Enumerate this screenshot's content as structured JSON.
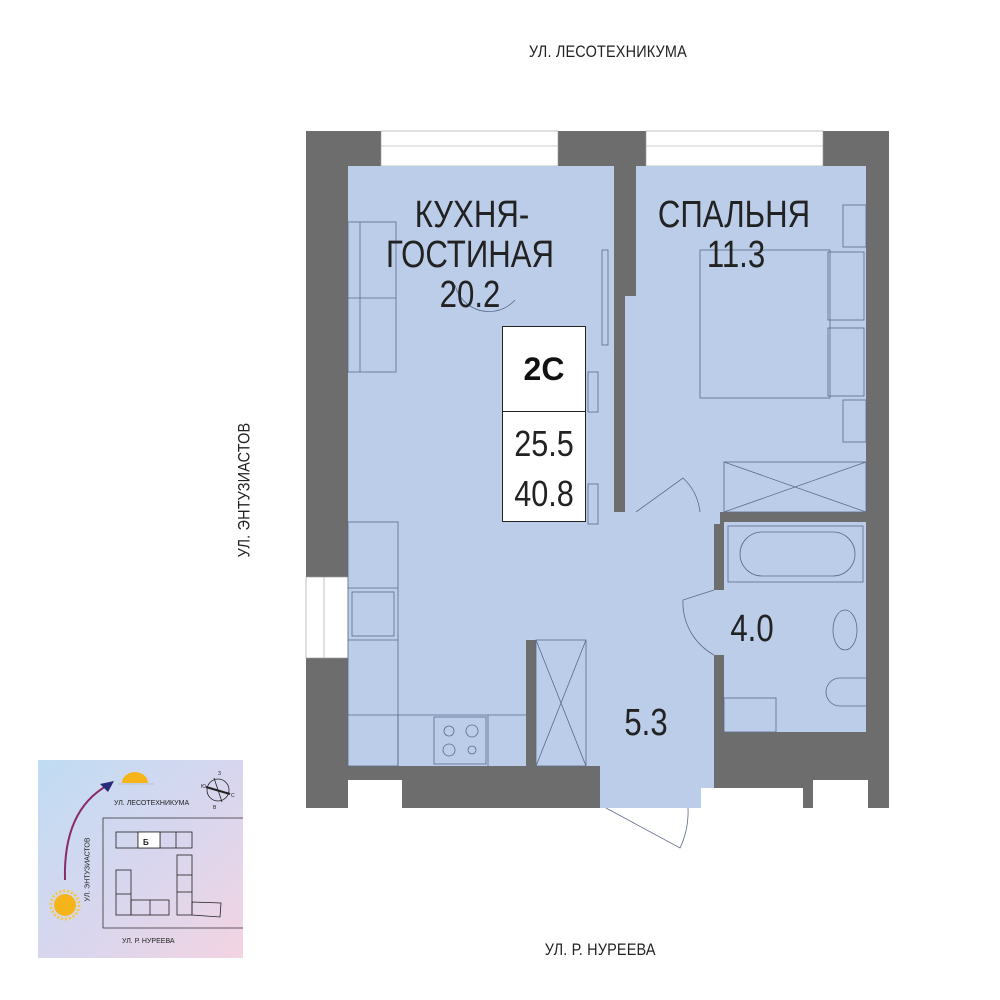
{
  "streets": {
    "top": "УЛ. ЛЕСОТЕХНИКУМА",
    "left": "УЛ. ЭНТУЗИАСТОВ",
    "bottom": "УЛ. Р. НУРЕЕВА"
  },
  "rooms": [
    {
      "name_line1": "КУХНЯ-",
      "name_line2": "ГОСТИНАЯ",
      "area": "20.2"
    },
    {
      "name": "СПАЛЬНЯ",
      "area": "11.3"
    },
    {
      "area": "4.0"
    },
    {
      "area": "5.3"
    }
  ],
  "apartment": {
    "type": "2С",
    "living_area": "25.5",
    "total_area": "40.8"
  },
  "minimap": {
    "street_top": "УЛ. ЛЕСОТЕХНИКУМА",
    "street_left": "УЛ. ЭНТУЗИАСТОВ",
    "street_bottom": "УЛ. Р. НУРЕЕВА",
    "section": "Б",
    "compass": {
      "n": "З",
      "w": "Ю",
      "e": "С",
      "s": "В"
    }
  },
  "colors": {
    "wall": "#6d6d6d",
    "floor": "#bccde9",
    "line": "#5a6a8a"
  }
}
